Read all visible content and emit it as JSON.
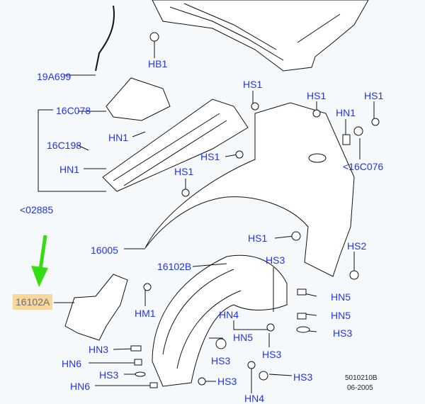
{
  "diagram": {
    "labels": [
      "19A699",
      "HB1",
      "16C078",
      "HN1",
      "16C198",
      "HN1",
      "<02885",
      "HS1",
      "HS1",
      "HN1",
      "HS1",
      "<16C076",
      "HS1",
      "HS1",
      "16005",
      "HS1",
      "HS2",
      "16102B",
      "HS3",
      "16102A",
      "HM1",
      "HN5",
      "HN4",
      "HN5",
      "HN5",
      "HS3",
      "HS3",
      "HN3",
      "HN6",
      "HS3",
      "HS3",
      "HS3",
      "HS3",
      "HN6",
      "HN4"
    ],
    "highlighted_part": "16102A",
    "drawing_number": "5010210B",
    "date": "06-2005",
    "colors": {
      "label": "#2233ee",
      "highlight": "#f7d898",
      "arrow": "#33dd11",
      "line": "#111111"
    }
  }
}
